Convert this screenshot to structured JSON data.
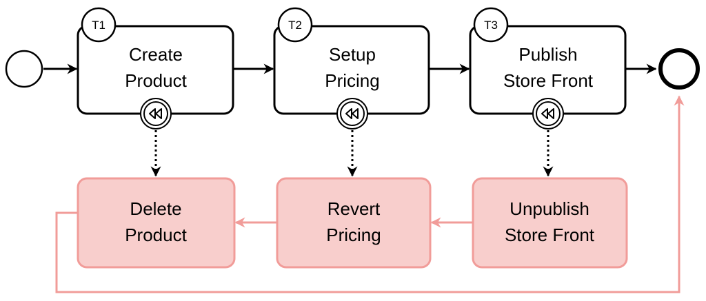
{
  "colors": {
    "stroke": "#000000",
    "task_fill": "#ffffff",
    "comp_fill": "#f8cecc",
    "comp_stroke": "#f19c99",
    "comp_flow": "#f19c99"
  },
  "events": {
    "start": {
      "name": "start-event"
    },
    "end": {
      "name": "end-event"
    }
  },
  "tasks": [
    {
      "badge": "T1",
      "line1": "Create",
      "line2": "Product",
      "marker_icon": "rewind-icon"
    },
    {
      "badge": "T2",
      "line1": "Setup",
      "line2": "Pricing",
      "marker_icon": "rewind-icon"
    },
    {
      "badge": "T3",
      "line1": "Publish",
      "line2": "Store Front",
      "marker_icon": "rewind-icon"
    }
  ],
  "compensations": [
    {
      "line1": "Delete",
      "line2": "Product"
    },
    {
      "line1": "Revert",
      "line2": "Pricing"
    },
    {
      "line1": "Unpublish",
      "line2": "Store Front"
    }
  ]
}
